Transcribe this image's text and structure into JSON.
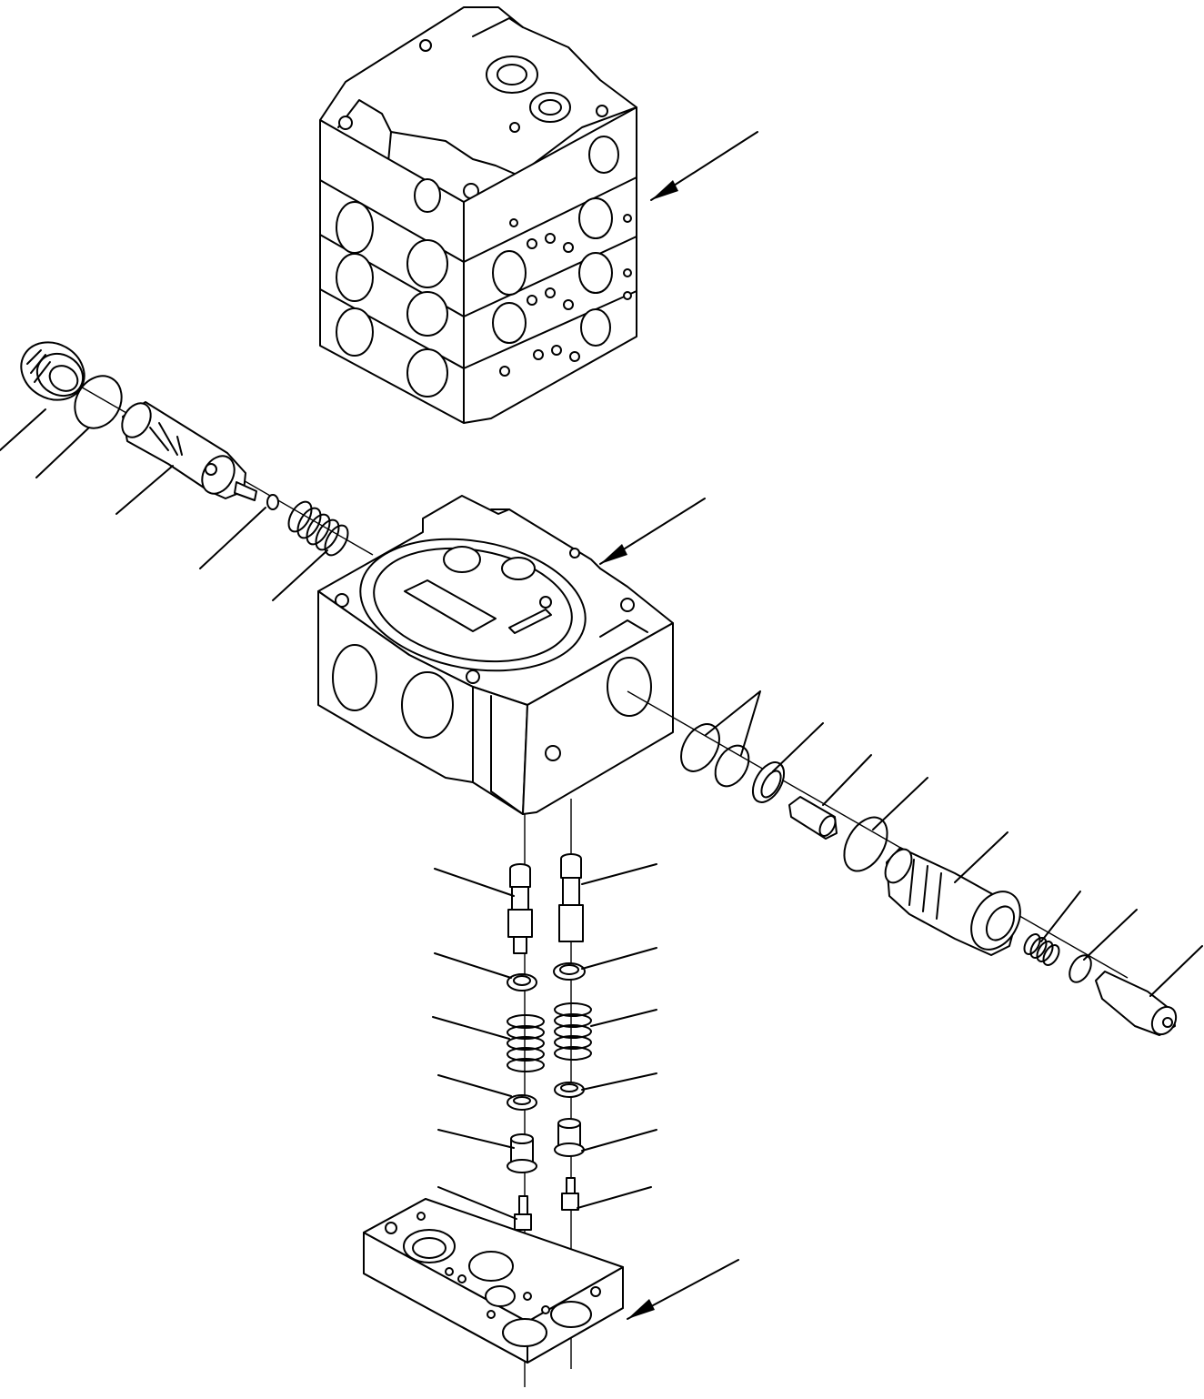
{
  "diagram": {
    "type": "exploded-parts-view",
    "colors": {
      "line": "#000000",
      "background": "#ffffff"
    },
    "assemblies": [
      {
        "id": "valve-stack",
        "icon": "valve-block-stack-icon"
      },
      {
        "id": "valve-section",
        "icon": "valve-section-block-icon"
      },
      {
        "id": "cover-plate",
        "icon": "cover-plate-icon"
      }
    ],
    "left_spool_parts": [
      "plug",
      "o-ring",
      "spool",
      "retainer",
      "spring"
    ],
    "right_relief_parts": [
      "o-ring",
      "o-ring",
      "backup-ring",
      "poppet",
      "o-ring",
      "valve-body",
      "spring",
      "o-ring",
      "adjust-screw"
    ],
    "bottom_left_stack": [
      "valve",
      "seat",
      "spring",
      "seat",
      "sleeve",
      "pin"
    ],
    "bottom_right_stack": [
      "valve",
      "seat",
      "spring",
      "seat",
      "sleeve",
      "pin"
    ]
  }
}
